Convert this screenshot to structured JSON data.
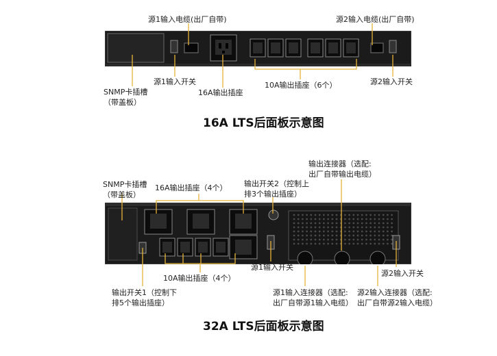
{
  "top": {
    "title": "16A LTS后面板示意图",
    "labels": {
      "src1_cable": "源1输入电缆(出厂自带)",
      "src2_cable": "源2输入电缆(出厂自带)",
      "src1_switch": "源1输入开关",
      "snmp_line1": "SNMP卡插槽",
      "snmp_line2": "（带盖板）",
      "out16a": "16A输出插座",
      "out10a": "10A输出插座（6个）",
      "src2_switch": "源2输入开关"
    }
  },
  "bottom": {
    "title": "32A LTS后面板示意图",
    "labels": {
      "snmp_line1": "SNMP卡插槽",
      "snmp_line2": "（带盖板）",
      "out16a": "16A输出插座（4个）",
      "out_switch2_line1": "输出开关2（控制上",
      "out_switch2_line2": "排3个输出插座）",
      "out_conn_line1": "输出连接器（选配:",
      "out_conn_line2": "出厂自带输出电缆）",
      "src1_switch": "源1输入开关",
      "src2_switch": "源2输入开关",
      "out10a": "10A输出插座（4个）",
      "out_switch1_line1": "输出开关1（控制下",
      "out_switch1_line2": "排5个输出插座）",
      "src1_conn_line1": "源1输入连接器（选配:",
      "src1_conn_line2": "出厂自带源1输入电缆）",
      "src2_conn_line1": "源2输入连接器（选配:",
      "src2_conn_line2": "出厂自带源2输入电缆）"
    }
  },
  "colors": {
    "panel": "#1b1b1b",
    "socket": "#0d0d0d",
    "socket_face": "#3a3a3a",
    "leader": "#e8b43a"
  }
}
